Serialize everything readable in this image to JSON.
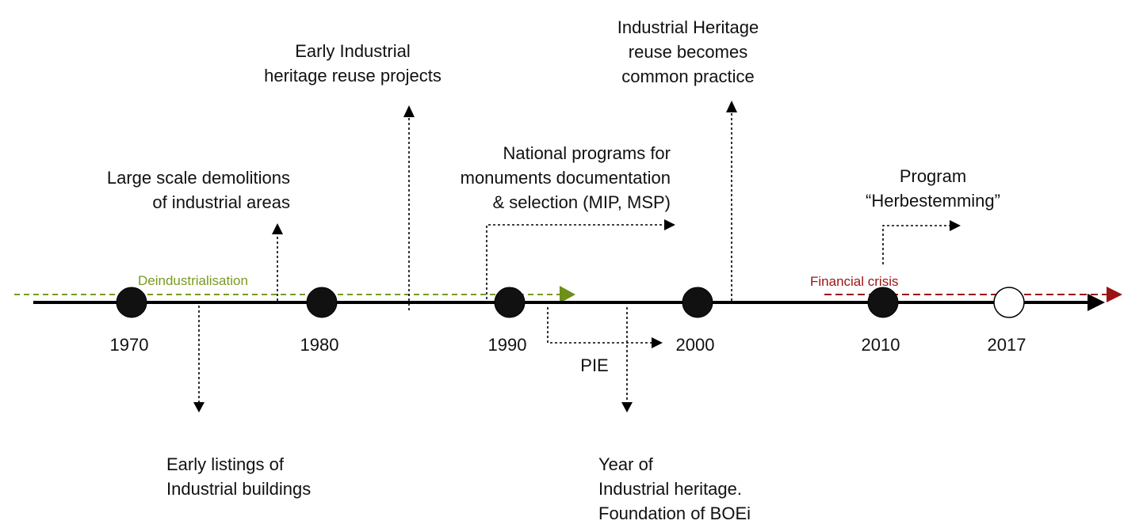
{
  "timeline": {
    "years": [
      "1970",
      "1980",
      "1990",
      "2000",
      "2010",
      "2017"
    ],
    "year_values": [
      1970,
      1980,
      1990,
      2000,
      2010,
      2017
    ],
    "open_marker_year": "2017"
  },
  "periods": {
    "deindustrialisation": {
      "label": "Deindustrialisation",
      "color": "#7a9a22"
    },
    "financial_crisis": {
      "label": "Financial crisis",
      "color": "#9b1414"
    }
  },
  "events": {
    "large_scale_demolitions": [
      "Large scale demolitions",
      "of industrial areas"
    ],
    "early_listings": [
      "Early listings of",
      "Industrial buildings"
    ],
    "early_reuse_projects": [
      "Early Industrial",
      "heritage reuse projects"
    ],
    "national_programs": [
      "National programs for",
      "monuments documentation",
      "& selection (MIP, MSP)"
    ],
    "pie": [
      "PIE"
    ],
    "year_of_industrial_heritage": [
      "Year of",
      "Industrial heritage.",
      "Foundation of BOEi"
    ],
    "reuse_common_practice": [
      "Industrial Heritage",
      "reuse becomes",
      "common practice"
    ],
    "program_herbestemming": [
      "Program",
      "“Herbestemming”"
    ]
  },
  "colors": {
    "axis": "#000000",
    "marker_fill": "#111111",
    "text": "#111111"
  }
}
